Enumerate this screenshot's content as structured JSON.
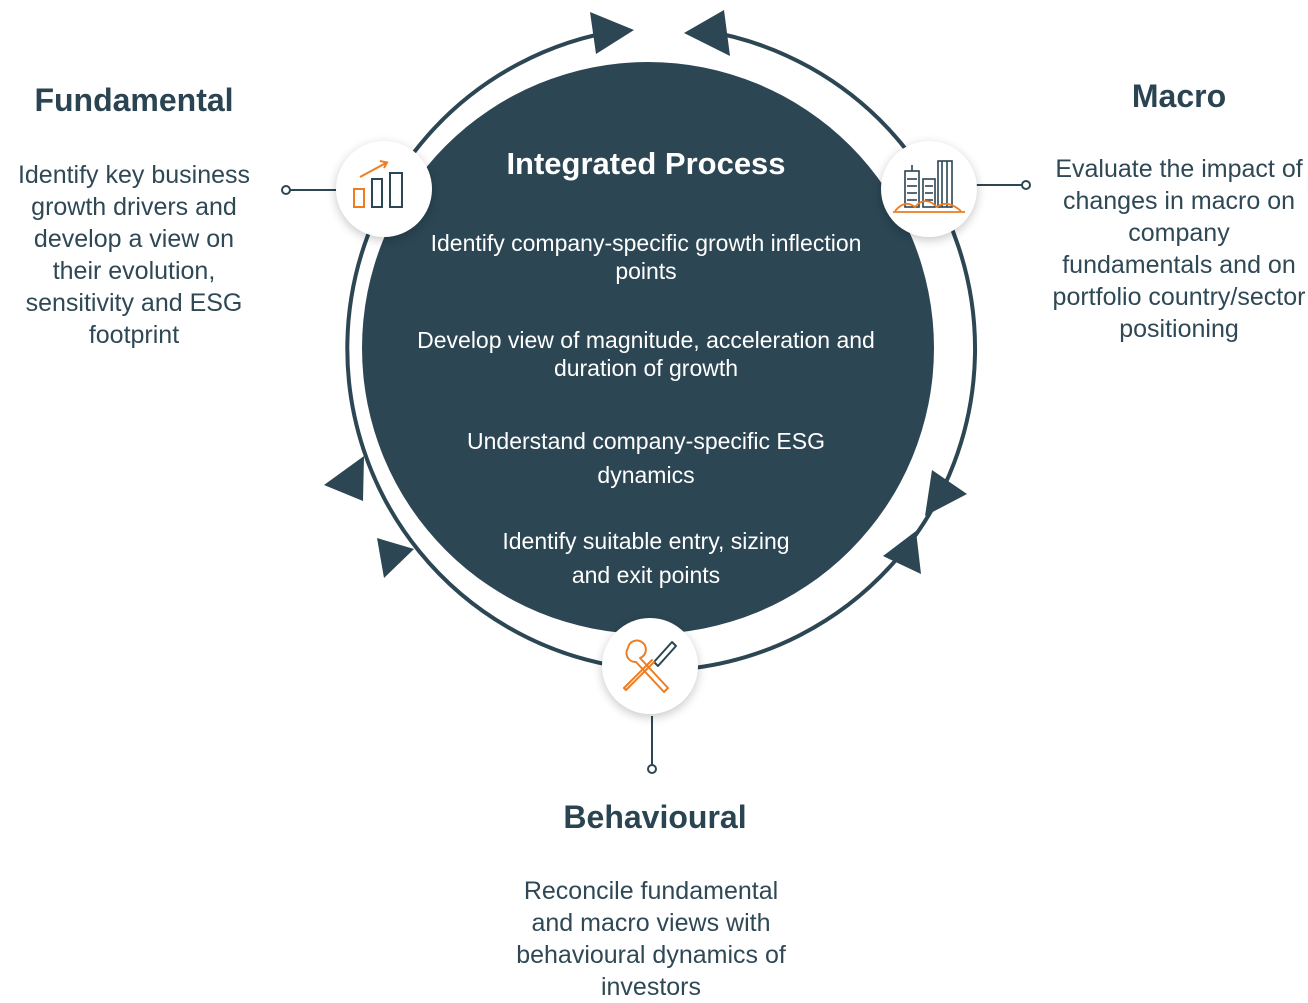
{
  "center": {
    "title": "Integrated Process",
    "items": [
      "Identify company-specific growth inflection points",
      "Develop view of magnitude, acceleration and duration of growth",
      "Understand company-specific ESG dynamics",
      "Identify suitable entry, sizing and exit points"
    ]
  },
  "fundamental": {
    "title": "Fundamental",
    "description": "Identify key business growth drivers and develop a view on their evolution, sensitivity and ESG footprint",
    "icon": "growth-chart-icon"
  },
  "macro": {
    "title": "Macro",
    "description": "Evaluate the impact of changes in macro on company fundamentals and on portfolio country/sector positioning",
    "icon": "city-buildings-icon"
  },
  "behavioural": {
    "title": "Behavioural",
    "description": "Reconcile fundamental and macro views with behavioural dynamics of investors",
    "icon": "wrench-screwdriver-icon"
  },
  "colors": {
    "dark": "#2c4654",
    "accent": "#ec7d23",
    "heading": "#2b4452"
  }
}
